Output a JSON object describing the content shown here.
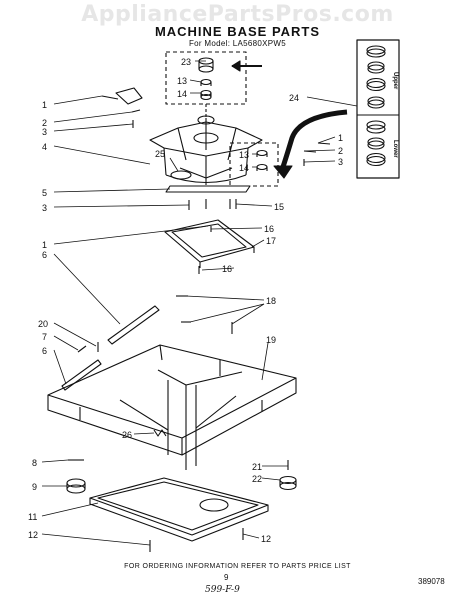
{
  "watermark": "AppliancePartsPros.com",
  "header": {
    "title": "MACHINE BASE PARTS",
    "model": "For Model: LA5680XPW5"
  },
  "callouts": {
    "c1a": "1",
    "c2a": "2",
    "c3a": "3",
    "c4": "4",
    "c1b": "1",
    "c2b": "2",
    "c3b": "3",
    "c5": "5",
    "c3c": "3",
    "c1c": "1",
    "c6a": "6",
    "c20": "20",
    "c7": "7",
    "c6b": "6",
    "c8": "8",
    "c9": "9",
    "c11": "11",
    "c12a": "12",
    "c13a": "13",
    "c14a": "14",
    "c23": "23",
    "c24": "24",
    "c25": "25",
    "c13b": "13",
    "c14b": "14",
    "c15": "15",
    "c16a": "16",
    "c16b": "16",
    "c17": "17",
    "c18": "18",
    "c19": "19",
    "c26": "26",
    "c21": "21",
    "c22": "22",
    "c12b": "12"
  },
  "kit_labels": {
    "upper": "Upper",
    "lower": "Lower"
  },
  "footer": {
    "ordering_note": "FOR ORDERING INFORMATION REFER TO PARTS PRICE LIST",
    "page_number": "9",
    "handwritten": "599-F-9",
    "document_number": "389078"
  }
}
